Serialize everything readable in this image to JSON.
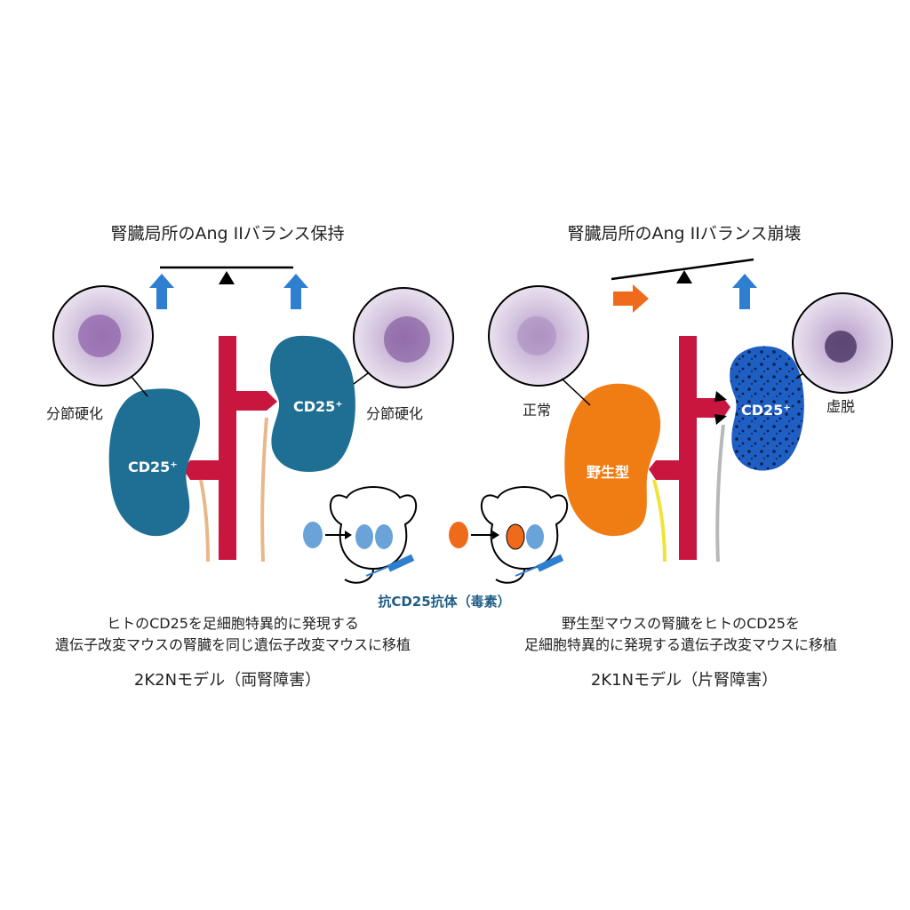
{
  "left_panel": {
    "title": "腎臓局所のAng IIバランス保持",
    "label_left_glomerulus": "分節硬化",
    "label_right_glomerulus": "分節硬化",
    "kidney_left_label": "CD25⁺",
    "kidney_right_label": "CD25⁺",
    "description": [
      "ヒトのCD25を足細胞特異的に発現する",
      "遺伝子改変マウスの腎臓を同じ遺伝子改変マウスに移植"
    ],
    "model": "2K2Nモデル（両腎障害）"
  },
  "right_panel": {
    "title": "腎臓局所のAng IIバランス崩壊",
    "label_left_glomerulus": "正常",
    "label_right_glomerulus": "虚脱",
    "kidney_left_label": "野生型",
    "kidney_right_label": "CD25⁺",
    "description": [
      "野生型マウスの腎臓をヒトのCD25を",
      "足細胞特異的に発現する遺伝子改変マウスに移植"
    ],
    "model": "2K1Nモデル（片腎障害）"
  },
  "antibody_label": "抗CD25抗体（毒素）",
  "colors": {
    "cd25_kidney": "#1e6f93",
    "wildtype_kidney": "#f07d14",
    "damaged_kidney": "#1f5fc4",
    "artery": "#c8163f",
    "arrow_blue": "#2f7fd1",
    "arrow_orange": "#f06a1c",
    "glomerulus_bg": "#d9cfe3"
  }
}
